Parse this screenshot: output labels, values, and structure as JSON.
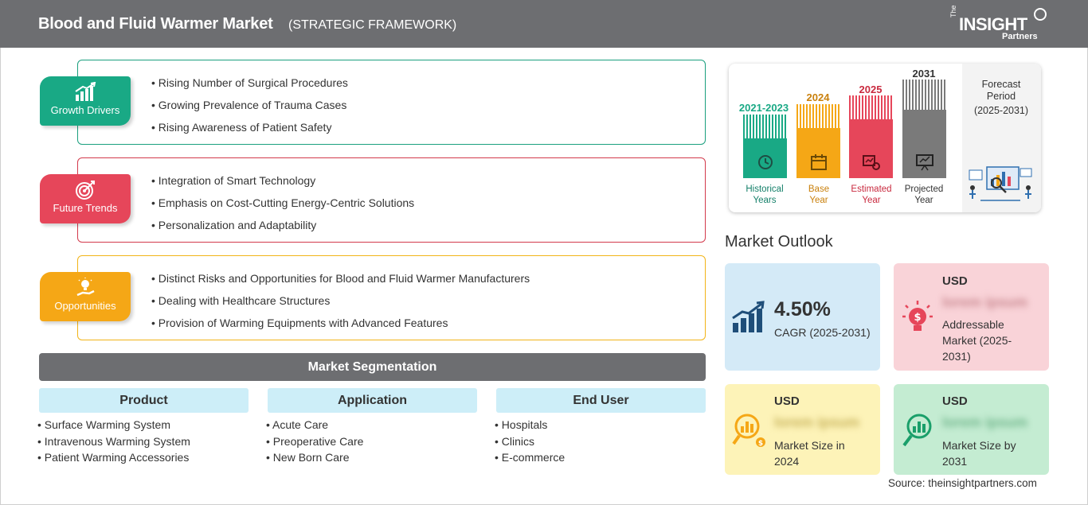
{
  "header": {
    "title": "Blood and Fluid Warmer Market",
    "subtitle": "(STRATEGIC FRAMEWORK)",
    "logo": {
      "the": "The",
      "insight": "INSIGHT",
      "partners": "Partners"
    }
  },
  "framework": {
    "growth_drivers": {
      "label": "Growth Drivers",
      "icon": "growth-chart-icon",
      "color": "#19a985",
      "items": [
        "Rising Number of Surgical Procedures",
        "Growing Prevalence of Trauma Cases",
        "Rising Awareness of Patient Safety"
      ]
    },
    "future_trends": {
      "label": "Future Trends",
      "icon": "target-icon",
      "color": "#e6465a",
      "items": [
        "Integration of Smart Technology",
        "Emphasis on Cost-Cutting Energy-Centric Solutions",
        "Personalization and Adaptability"
      ]
    },
    "opportunities": {
      "label": "Opportunities",
      "icon": "lightbulb-hand-icon",
      "color": "#f5a716",
      "items": [
        "Distinct Risks and Opportunities for Blood and Fluid Warmer Manufacturers",
        "Dealing with Healthcare Structures",
        "Provision of Warming Equipments with Advanced Features"
      ]
    }
  },
  "segmentation": {
    "title": "Market Segmentation",
    "columns": [
      {
        "head": "Product",
        "items": [
          "Surface Warming System",
          "Intravenous Warming System",
          "Patient Warming Accessories"
        ]
      },
      {
        "head": "Application",
        "items": [
          "Acute Care",
          "Preoperative Care",
          "New Born Care"
        ]
      },
      {
        "head": "End User",
        "items": [
          "Hospitals",
          "Clinics",
          "E-commerce"
        ]
      }
    ]
  },
  "timeline": {
    "periods": [
      {
        "year": "2021-2023",
        "label1": "Historical",
        "label2": "Years",
        "color": "#19a985",
        "icon": "history-icon"
      },
      {
        "year": "2024",
        "label1": "Base",
        "label2": "Year",
        "color": "#f5a716",
        "icon": "calendar-icon"
      },
      {
        "year": "2025",
        "label1": "Estimated",
        "label2": "Year",
        "color": "#e6465a",
        "icon": "estimate-icon"
      },
      {
        "year": "2031",
        "label1": "Projected",
        "label2": "Year",
        "color": "#7a7a7a",
        "icon": "presentation-icon"
      }
    ],
    "forecast": {
      "line1": "Forecast",
      "line2": "Period",
      "line3": "(2025-2031)"
    }
  },
  "outlook": {
    "title": "Market Outlook",
    "cagr": {
      "value": "4.50%",
      "label": "CAGR (2025-2031)"
    },
    "addressable": {
      "currency": "USD",
      "value": "lorem ipsum",
      "label": "Addressable Market (2025-2031)"
    },
    "size_2024": {
      "currency": "USD",
      "value": "lorem ipsum",
      "label": "Market Size in 2024"
    },
    "size_2031": {
      "currency": "USD",
      "value": "lorem ipsum",
      "label": "Market Size by 2031"
    }
  },
  "source": "Source: theinsightpartners.com"
}
